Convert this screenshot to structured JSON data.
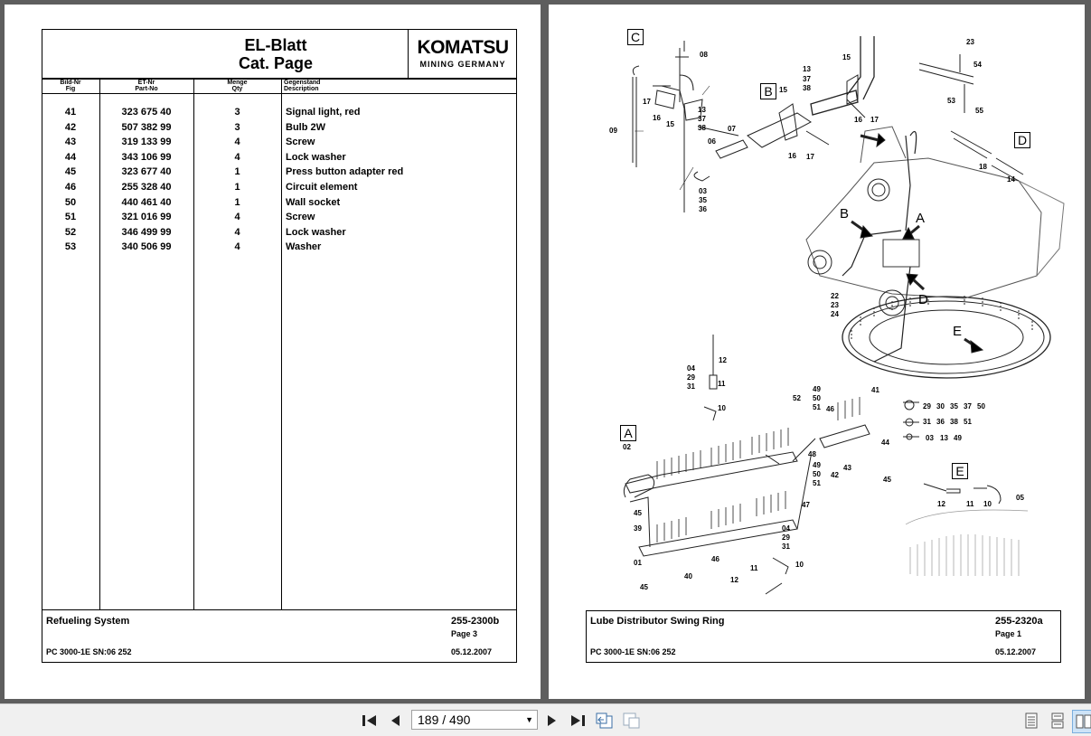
{
  "left_page": {
    "header": {
      "title_line1": "EL-Blatt",
      "title_line2": "Cat. Page",
      "logo_main": "KOMATSU",
      "logo_sub": "MINING GERMANY"
    },
    "columns": [
      {
        "de": "Bild-Nr",
        "en": "Fig"
      },
      {
        "de": "ET-Nr",
        "en": "Part-No"
      },
      {
        "de": "Menge",
        "en": "Qty"
      },
      {
        "de": "Gegenstand",
        "en": "Description"
      }
    ],
    "rows": [
      {
        "fig": "41",
        "part": "323 675 40",
        "qty": "3",
        "desc": "Signal light, red"
      },
      {
        "fig": "42",
        "part": "507 382 99",
        "qty": "3",
        "desc": "Bulb 2W"
      },
      {
        "fig": "43",
        "part": "319 133 99",
        "qty": "4",
        "desc": "Screw"
      },
      {
        "fig": "44",
        "part": "343 106 99",
        "qty": "4",
        "desc": "Lock washer"
      },
      {
        "fig": "45",
        "part": "323 677 40",
        "qty": "1",
        "desc": "Press button adapter red"
      },
      {
        "fig": "46",
        "part": "255 328 40",
        "qty": "1",
        "desc": "Circuit element"
      },
      {
        "fig": "50",
        "part": "440 461 40",
        "qty": "1",
        "desc": "Wall socket"
      },
      {
        "fig": "51",
        "part": "321 016 99",
        "qty": "4",
        "desc": "Screw"
      },
      {
        "fig": "52",
        "part": "346 499 99",
        "qty": "4",
        "desc": "Lock washer"
      },
      {
        "fig": "53",
        "part": "340 506 99",
        "qty": "4",
        "desc": "Washer"
      }
    ],
    "footer": {
      "title": "Refueling System",
      "code": "255-2300b",
      "page": "Page 3",
      "model": "PC 3000-1E SN:06 252",
      "date": "05.12.2007"
    }
  },
  "right_page": {
    "footer": {
      "title": "Lube Distributor Swing Ring",
      "code": "255-2320a",
      "page": "Page 1",
      "model": "PC 3000-1E SN:06 252",
      "date": "05.12.2007"
    },
    "detail_letters": {
      "c": "C",
      "b": "B",
      "d": "D",
      "a": "A",
      "e": "E"
    },
    "labels": {
      "l08": "08",
      "l17a": "17",
      "l16a": "16",
      "l15a": "15",
      "l13a": "13",
      "l37a": "37",
      "l38a": "38",
      "l09": "09",
      "l07": "07",
      "l06": "06",
      "l03": "03",
      "l35": "35",
      "l36": "36",
      "l15b": "15",
      "l13b": "13",
      "l37b": "37",
      "l38b": "38",
      "l15c": "15",
      "l16b": "16",
      "l17b": "17",
      "l16c": "16",
      "l17c": "17",
      "l23": "23",
      "l54": "54",
      "l53": "53",
      "l55": "55",
      "l18": "18",
      "l14": "14",
      "lB": "B",
      "lA": "A",
      "lD": "D",
      "lE": "E",
      "l22": "22",
      "l23b": "23",
      "l24": "24",
      "l12a": "12",
      "l04a": "04",
      "l29a": "29",
      "l31a": "31",
      "l11a": "11",
      "l10a": "10",
      "l41": "41",
      "l52": "52",
      "l49a": "49",
      "l50a": "50",
      "l51a": "51",
      "l46a": "46",
      "l02": "02",
      "l48": "48",
      "l49b": "49",
      "l50b": "50",
      "l51b": "51",
      "l43": "43",
      "l42": "42",
      "l44": "44",
      "l45a": "45",
      "l47": "47",
      "l45b": "45",
      "l39": "39",
      "l01": "01",
      "l40": "40",
      "l46b": "46",
      "l45c": "45",
      "l04b": "04",
      "l29b": "29",
      "l31b": "31",
      "l10b": "10",
      "l11b": "11",
      "l12b": "12",
      "k1": "29",
      "k2": "30",
      "k3": "35",
      "k4": "37",
      "k5": "50",
      "k6": "31",
      "k7": "36",
      "k8": "38",
      "k9": "51",
      "k10": "03",
      "k11": "13",
      "k12": "49",
      "e12": "12",
      "e11": "11",
      "e10": "10",
      "e05": "05"
    }
  },
  "toolbar": {
    "page_display": "189 / 490"
  }
}
